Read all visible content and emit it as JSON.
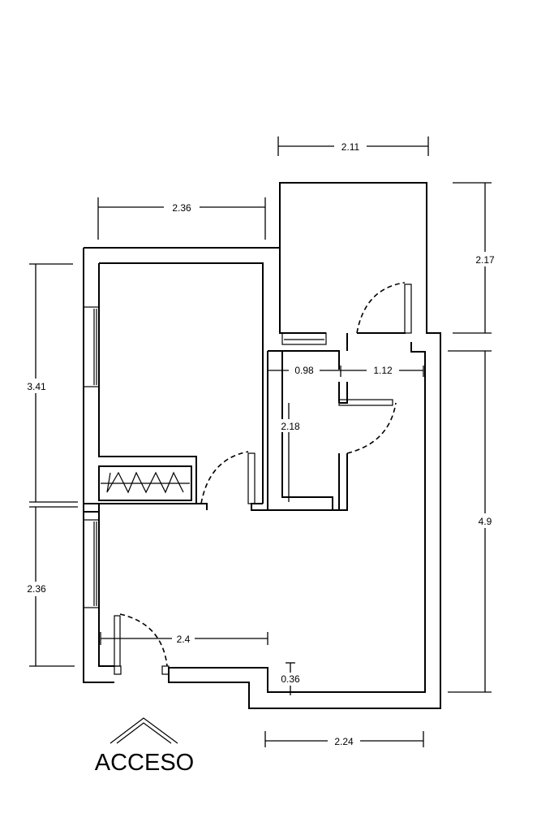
{
  "plan": {
    "access_label": "ACCESO",
    "dimensions": {
      "top_right_width": "2.11",
      "top_left_width": "2.36",
      "right_upper_height": "2.17",
      "right_lower_height": "4.9",
      "left_upper_height": "3.41",
      "left_lower_height": "2.36",
      "bath_left_width": "0.98",
      "bath_right_width": "1.12",
      "bath_height": "2.18",
      "hall_width": "2.4",
      "step_depth": "0.36",
      "bottom_width": "2.24"
    }
  }
}
